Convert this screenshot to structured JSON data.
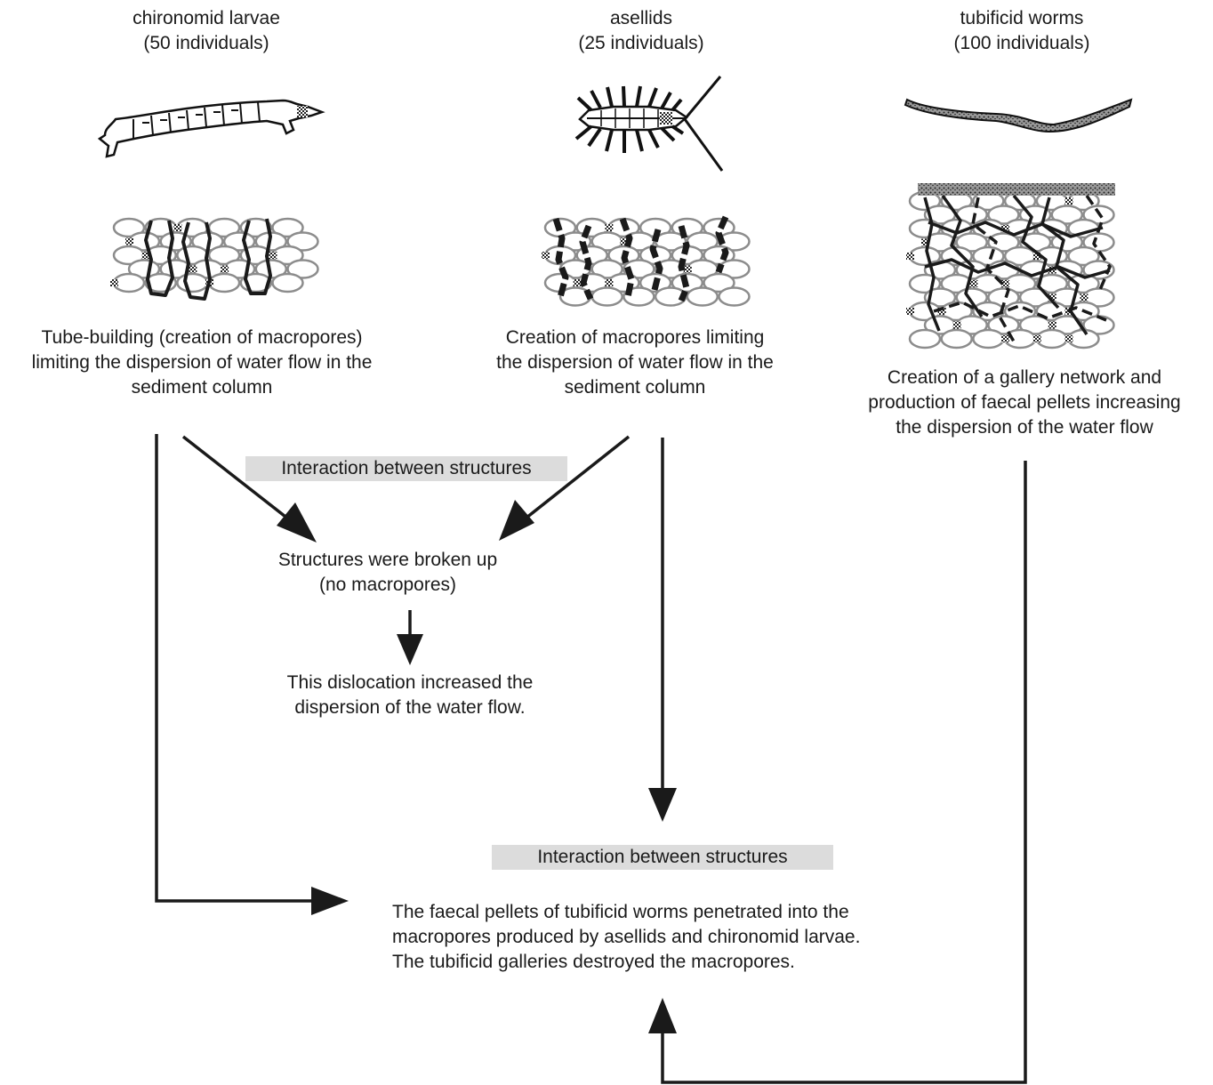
{
  "columns": [
    {
      "name": "chironomid larvae",
      "count": "(50 individuals)",
      "effect_lines": [
        "Tube-building (creation of macropores)",
        "limiting the dispersion of water flow in the",
        "sediment column"
      ]
    },
    {
      "name": "asellids",
      "count": "(25 individuals)",
      "effect_lines": [
        "Creation of macropores limiting",
        "the dispersion of water flow in the",
        "sediment column"
      ]
    },
    {
      "name": "tubificid worms",
      "count": "(100 individuals)",
      "effect_lines": [
        "Creation of a gallery network and",
        "production of faecal pellets increasing",
        "the dispersion of the water flow"
      ]
    }
  ],
  "interaction_1": {
    "label": "Interaction between structures",
    "result_lines": [
      "Structures were broken up",
      "(no macropores)"
    ],
    "consequence_lines": [
      "This dislocation increased the",
      "dispersion of the water flow."
    ]
  },
  "interaction_2": {
    "label": "Interaction between structures",
    "result_lines": [
      "The faecal pellets of tubificid worms penetrated into the",
      "macropores produced by asellids and chironomid larvae.",
      "The tubificid galleries destroyed the macropores."
    ]
  },
  "colors": {
    "line": "#1a1a1a",
    "pore_outline": "#8c8c8c",
    "label_box": "#dcdcdc"
  }
}
